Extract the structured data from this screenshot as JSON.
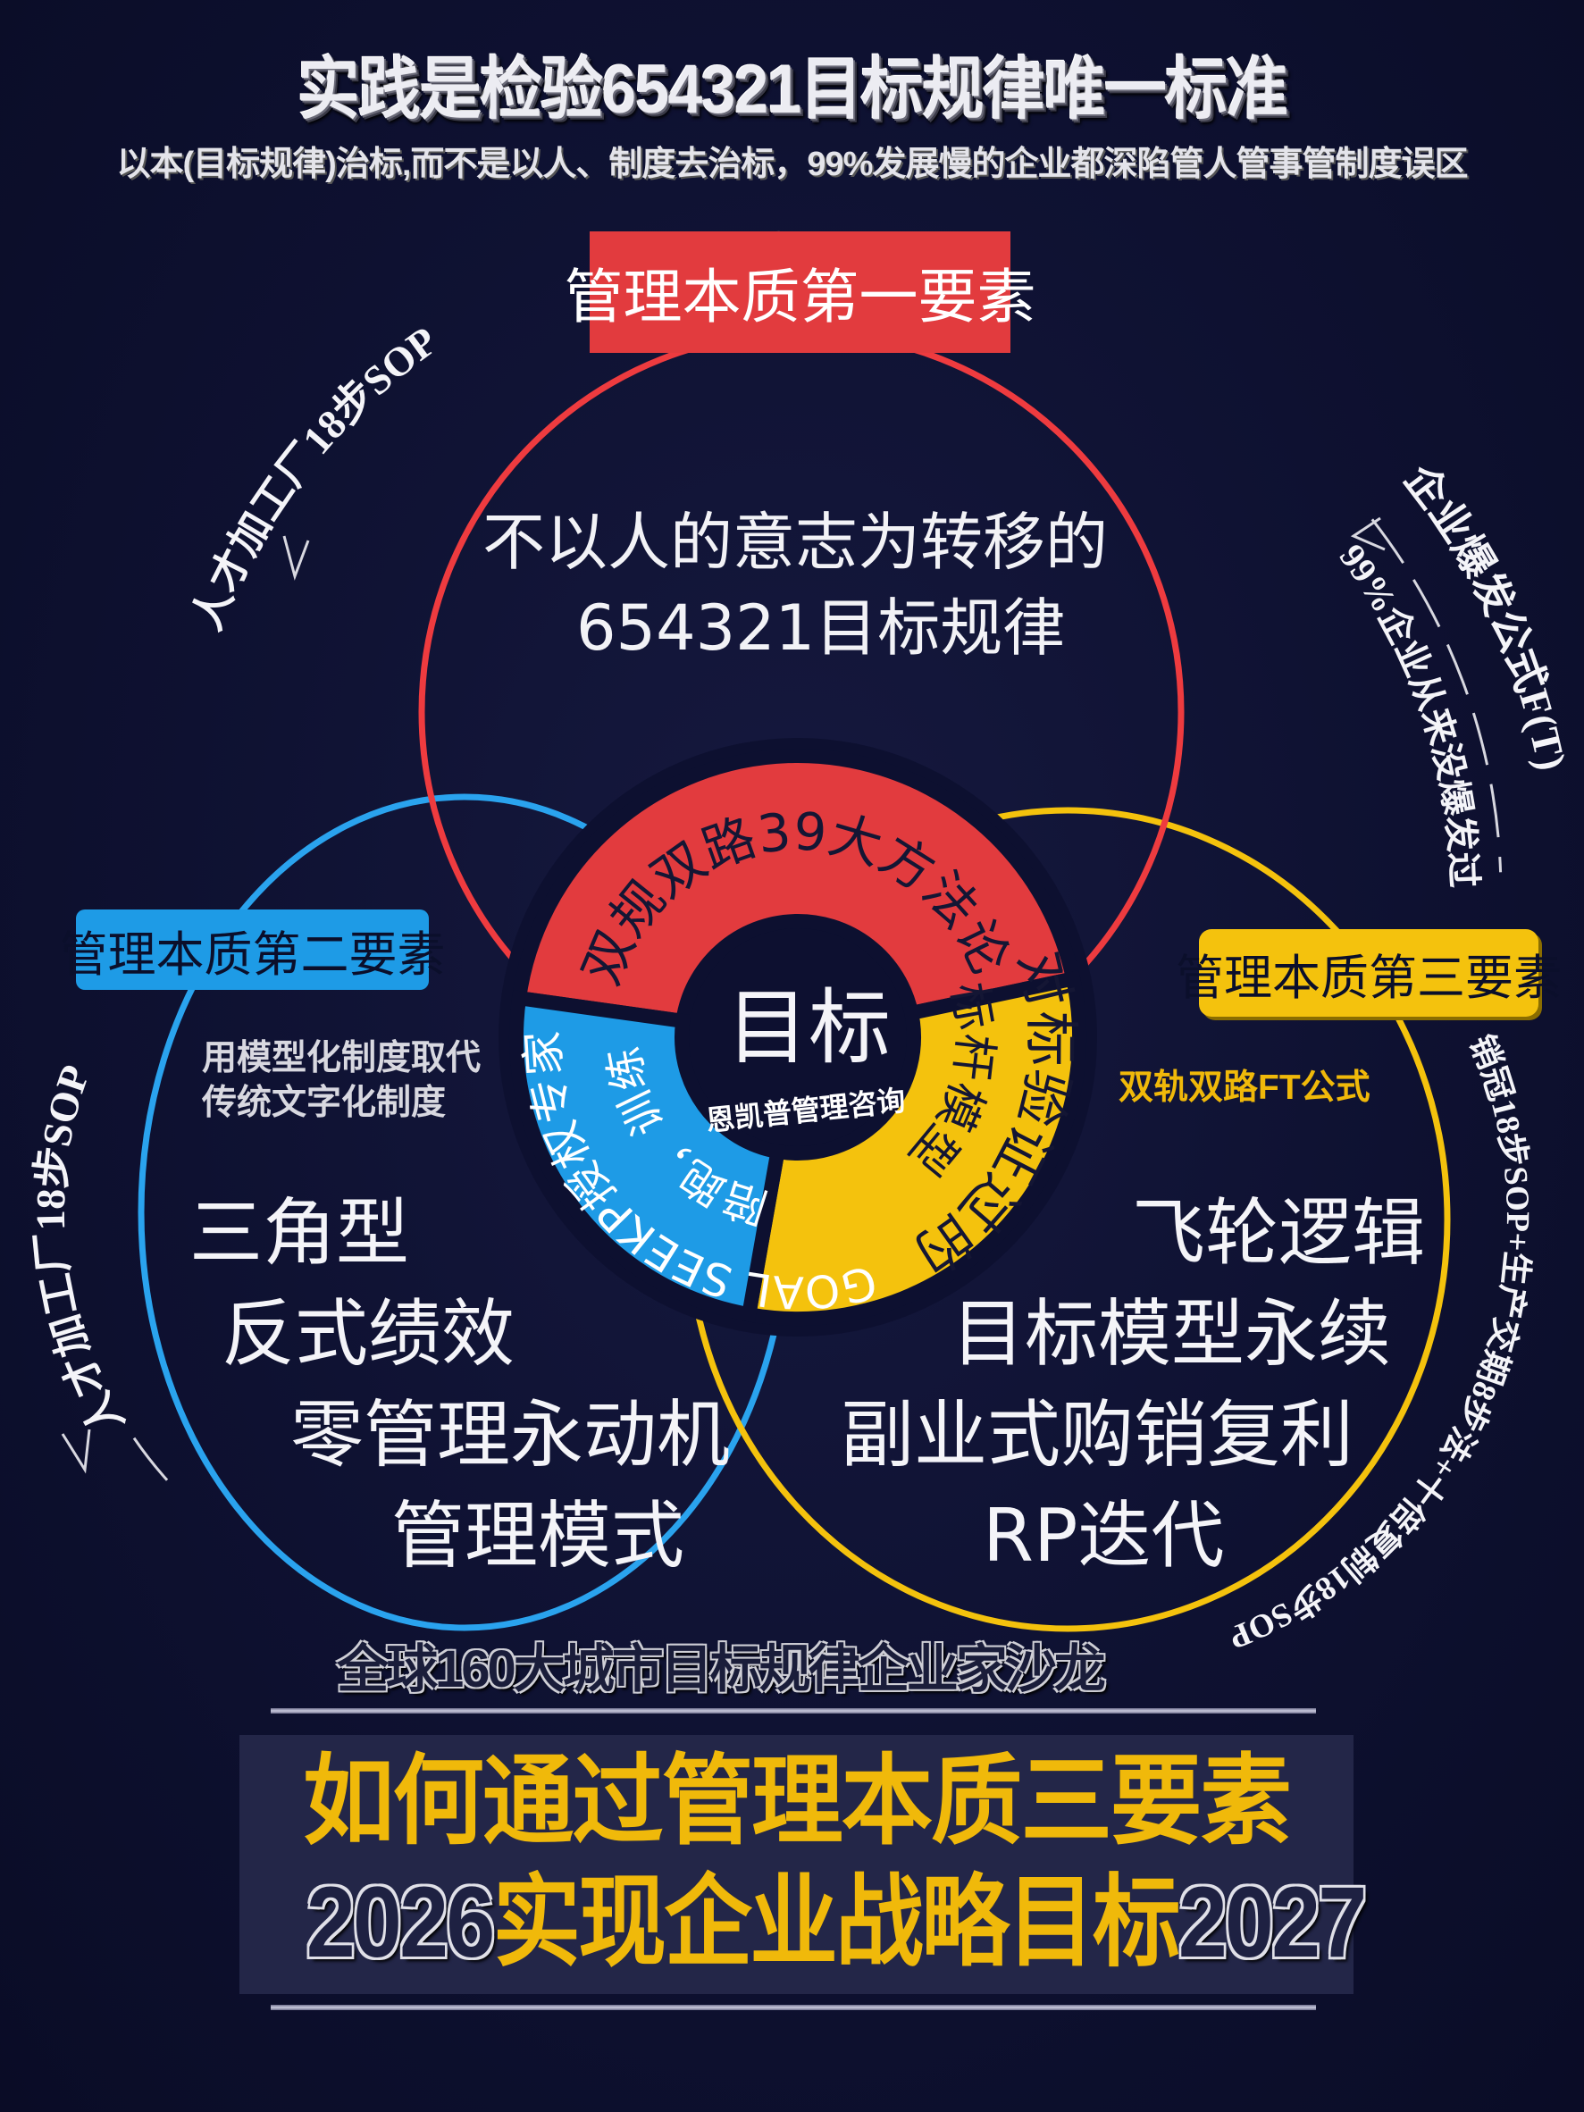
{
  "header": {
    "title": "实践是检验654321目标规律唯一标准",
    "subtitle": "以本(目标规律)治标,而不是以人、制度去治标，99%发展慢的企业都深陷管人管事管制度误区"
  },
  "elements": {
    "first": {
      "label": "管理本质第一要素",
      "line1": "不以人的意志为转移的",
      "line2": "654321目标规律",
      "color": "#e23b3e"
    },
    "second": {
      "label": "管理本质第二要素",
      "note1": "用模型化制度取代",
      "note2": "传统文字化制度",
      "lines": [
        "三角型",
        "反式绩效",
        "零管理永动机",
        "管理模式"
      ],
      "color": "#1e9be6"
    },
    "third": {
      "label": "管理本质第三要素",
      "note": "双轨双路FT公式",
      "lines": [
        "飞轮逻辑",
        "目标模型永续",
        "副业式购销复利",
        "RP迭代"
      ],
      "color": "#f4c20d"
    }
  },
  "center": {
    "title": "目标",
    "brand": "恩凯普管理咨询",
    "red_ring": "双规双路39大方法论",
    "yellow_outer": "对标验证过的",
    "yellow_inner": "标杆模型",
    "blue_outer": "GOAL SEEKP授权专家",
    "blue_inner": "陪跑，训练"
  },
  "arcs": {
    "top_left": "人才加工厂18步SOP",
    "left": "人才加工厂18步SOP",
    "right_outer": "企业爆发公式F(T)",
    "right_inner": "99%企业从来没爆发过",
    "bottom_right": "销冠18步SOP+生产交期8步法+十倍复制18步SOP"
  },
  "footer": {
    "salon": "全球160大城市目标规律企业家沙龙",
    "line1": "如何通过管理本质三要素",
    "line2_year_start": "2026",
    "line2_text": "实现企业战略目标",
    "line2_year_end": "2027"
  }
}
